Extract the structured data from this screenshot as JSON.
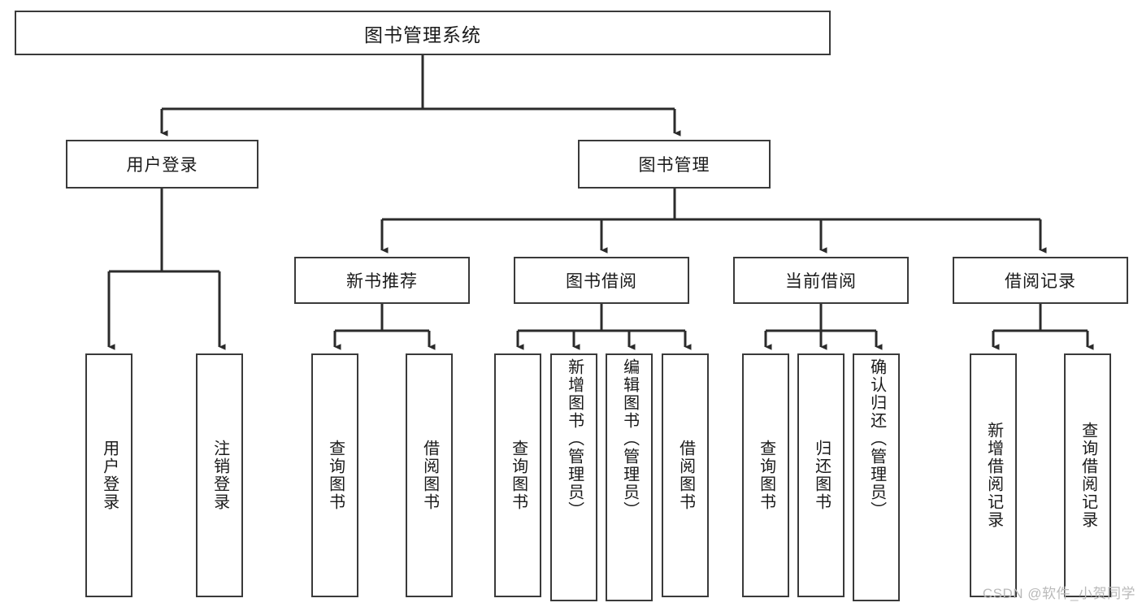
{
  "diagram": {
    "title": "图书管理系统",
    "type": "function-structure-tree",
    "orientation": "top-down",
    "colors": {
      "background": "#ffffff",
      "node_border": "#3a3a3a",
      "node_fill": "#ffffff",
      "connector": "#2b2b2b",
      "text": "#1a1a1a",
      "watermark": "#b9b9b9"
    },
    "root": {
      "label": "图书管理系统"
    },
    "level2": [
      {
        "label": "用户登录"
      },
      {
        "label": "图书管理"
      }
    ],
    "level3": [
      {
        "label": "新书推荐"
      },
      {
        "label": "图书借阅"
      },
      {
        "label": "当前借阅"
      },
      {
        "label": "借阅记录"
      }
    ],
    "leaves": {
      "user_login": [
        {
          "label": "用户登录"
        },
        {
          "label": "注销登录"
        }
      ],
      "new_book_recommend": [
        {
          "label": "查询图书"
        },
        {
          "label": "借阅图书"
        }
      ],
      "book_borrow": [
        {
          "label": "查询图书"
        },
        {
          "label": "新增图书（管理员）"
        },
        {
          "label": "编辑图书（管理员）"
        },
        {
          "label": "借阅图书"
        }
      ],
      "current_borrow": [
        {
          "label": "查询图书"
        },
        {
          "label": "归还图书"
        },
        {
          "label": "确认归还（管理员）"
        }
      ],
      "borrow_record": [
        {
          "label": "新增借阅记录"
        },
        {
          "label": "查询借阅记录"
        }
      ]
    }
  },
  "watermark": {
    "text": "CSDN @软件_小贺同学"
  }
}
